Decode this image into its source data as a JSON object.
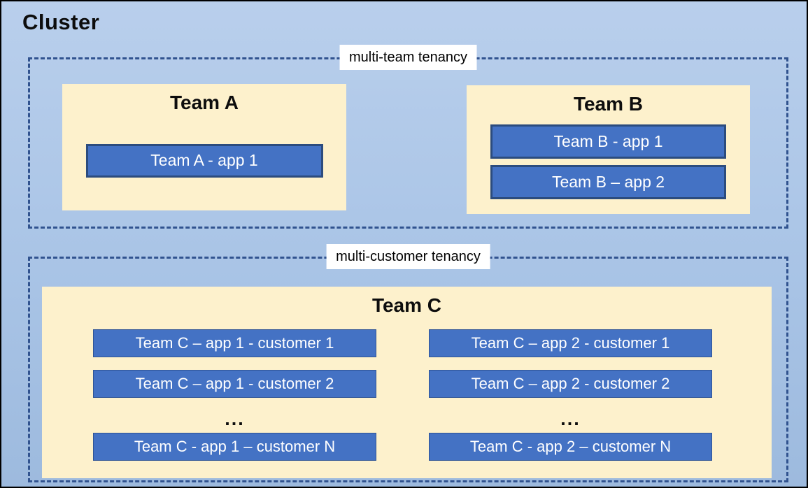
{
  "cluster": {
    "title": "Cluster"
  },
  "multi_team": {
    "label": "multi-team tenancy",
    "team_a": {
      "title": "Team A",
      "apps": [
        "Team A - app 1"
      ]
    },
    "team_b": {
      "title": "Team B",
      "apps": [
        "Team B - app 1",
        "Team B – app 2"
      ]
    }
  },
  "multi_customer": {
    "label": "multi-customer tenancy",
    "team_c": {
      "title": "Team C",
      "col1": {
        "rows": [
          "Team C – app 1 - customer 1",
          "Team C – app 1 - customer 2"
        ],
        "dots": "...",
        "row_n": "Team C - app 1 – customer N"
      },
      "col2": {
        "rows": [
          "Team C – app 2 - customer 1",
          "Team C – app 2 - customer 2"
        ],
        "dots": "...",
        "row_n": "Team C - app 2 – customer N"
      }
    }
  },
  "colors": {
    "background_top": "#b9cfec",
    "background_bottom": "#9dbade",
    "panel_cream": "#fdf1cc",
    "app_blue": "#4472c4",
    "app_border_navy": "#2c4c7e",
    "dash_navy": "#31538f",
    "label_background": "#ffffff",
    "outer_border": "#000000",
    "text_black": "#0d0d0d",
    "text_white": "#ffffff"
  }
}
